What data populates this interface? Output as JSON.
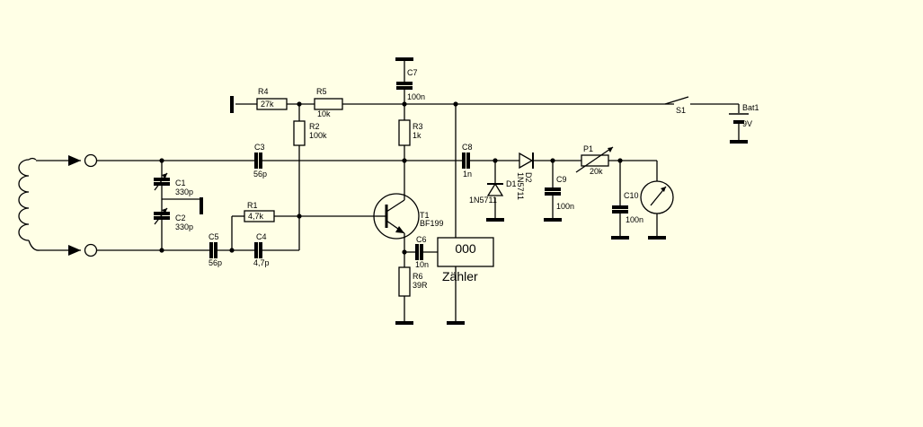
{
  "colors": {
    "background": "#ffffe6",
    "ink": "#000000"
  },
  "components": {
    "R4": {
      "ref": "R4",
      "value": "27k"
    },
    "R5": {
      "ref": "R5",
      "value": "10k"
    },
    "R2": {
      "ref": "R2",
      "value": "100k"
    },
    "R3": {
      "ref": "R3",
      "value": "1k"
    },
    "R1": {
      "ref": "R1",
      "value": "4,7k"
    },
    "R6": {
      "ref": "R6",
      "value": "39R"
    },
    "C1": {
      "ref": "C1",
      "value": "330p"
    },
    "C2": {
      "ref": "C2",
      "value": "330p"
    },
    "C3": {
      "ref": "C3",
      "value": "56p"
    },
    "C4": {
      "ref": "C4",
      "value": "4,7p"
    },
    "C5": {
      "ref": "C5",
      "value": "56p"
    },
    "C6": {
      "ref": "C6",
      "value": "10n"
    },
    "C7": {
      "ref": "C7",
      "value": "100n"
    },
    "C8": {
      "ref": "C8",
      "value": "1n"
    },
    "C9": {
      "ref": "C9",
      "value": "100n"
    },
    "C10": {
      "ref": "C10",
      "value": "100n"
    },
    "T1": {
      "ref": "T1",
      "value": "BF199"
    },
    "D1": {
      "ref": "D1",
      "value": "1N5711"
    },
    "D2": {
      "ref": "D2",
      "value": "1N5711"
    },
    "P1": {
      "ref": "P1",
      "value": "20k"
    },
    "S1": {
      "ref": "S1"
    },
    "Bat1": {
      "ref": "Bat1",
      "value": "9V"
    }
  },
  "counter": {
    "display": "000",
    "label": "Zähler"
  }
}
